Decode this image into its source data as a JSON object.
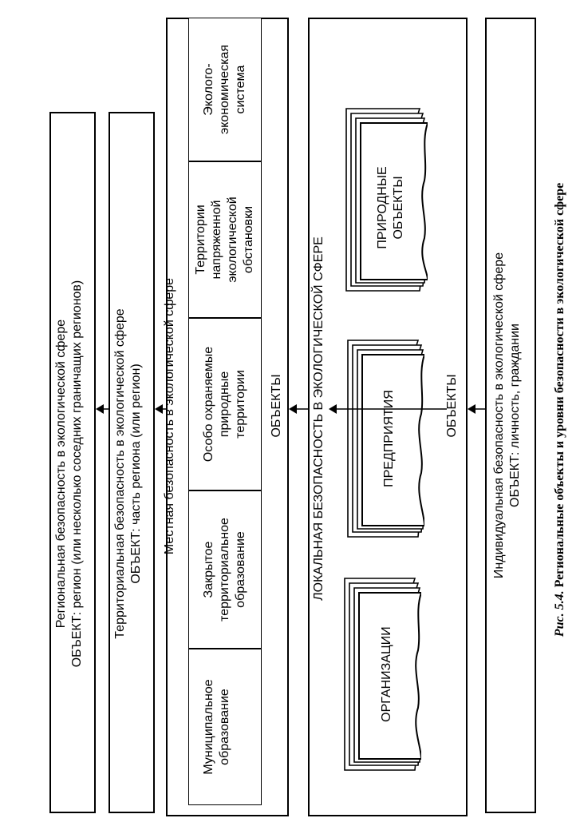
{
  "regional": {
    "line1": "Региональная безопасность в экологической сфере",
    "line2": "ОБЪЕКТ: регион (или несколько соседних граничащих регионов)"
  },
  "territorial": {
    "line1": "Территориальная безопасность в экологической сфере",
    "line2": "ОБЪЕКТ: часть региона (или регион)"
  },
  "local_level": {
    "title": "Местная безопасность в экологической сфере",
    "cells": [
      [
        "Муниципальное",
        "образование"
      ],
      [
        "Закрытое",
        "территориальное",
        "образование"
      ],
      [
        "Особо охраняемые",
        "природные",
        "территории"
      ],
      [
        "Территории",
        "напряженной",
        "экологической",
        "обстановки"
      ],
      [
        "Эколого-",
        "экономическая",
        "система"
      ]
    ],
    "objects_label": "ОБЪЕКТЫ"
  },
  "localized": {
    "title": "ЛОКАЛЬНАЯ БЕЗОПАСНОСТЬ В ЭКОЛОГИЧЕСКОЙ СФЕРЕ",
    "stacks": [
      [
        "ОРГАНИЗАЦИИ"
      ],
      [
        "ПРЕДПРИЯТИЯ"
      ],
      [
        "ПРИРОДНЫЕ",
        "ОБЪЕКТЫ"
      ]
    ],
    "objects_label": "ОБЪЕКТЫ"
  },
  "individual": {
    "line1": "Индивидуальная безопасность в экологической сфере",
    "line2": "ОБЪЕКТ: личность, граждании"
  },
  "caption": {
    "figure": "Рис. 5.4.",
    "text": "Региональные объекты и уровни безопасности в экологической сфере"
  }
}
